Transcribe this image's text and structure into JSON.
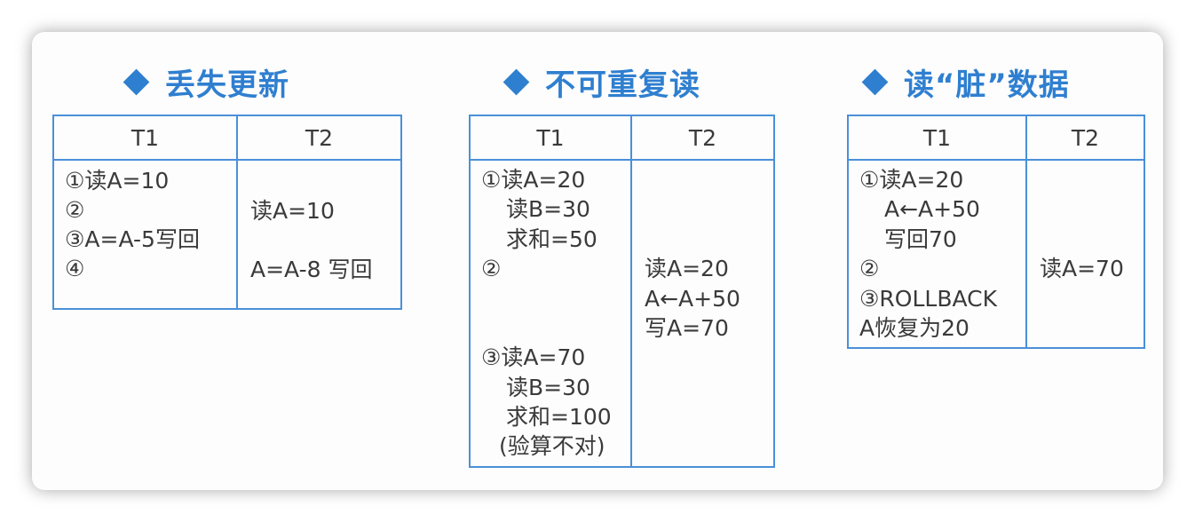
{
  "colors": {
    "accent": "#2f7fd0",
    "table_border": "#4a90d9",
    "text": "#3a3a3a"
  },
  "panels": [
    {
      "title": "丢失更新",
      "col1": "T1",
      "col2": "T2",
      "t1_lines": [
        "①读A=10",
        "②",
        "③A=A-5写回",
        "④"
      ],
      "t2_lines": [
        "读A=10",
        "A=A-8 写回"
      ]
    },
    {
      "title": "不可重复读",
      "col1": "T1",
      "col2": "T2",
      "t1_lines": [
        "①读A=20",
        "读B=30",
        "求和=50",
        "②",
        "③读A=70",
        "读B=30",
        "求和=100",
        "(验算不对)"
      ],
      "t2_lines": [
        "读A=20",
        "A←A+50",
        "写A=70"
      ]
    },
    {
      "title": "读“脏”数据",
      "col1": "T1",
      "col2": "T2",
      "t1_lines": [
        "①读A=20",
        "A←A+50",
        "写回70",
        "②",
        "③ROLLBACK",
        "A恢复为20"
      ],
      "t2_lines": [
        "读A=70"
      ]
    }
  ]
}
